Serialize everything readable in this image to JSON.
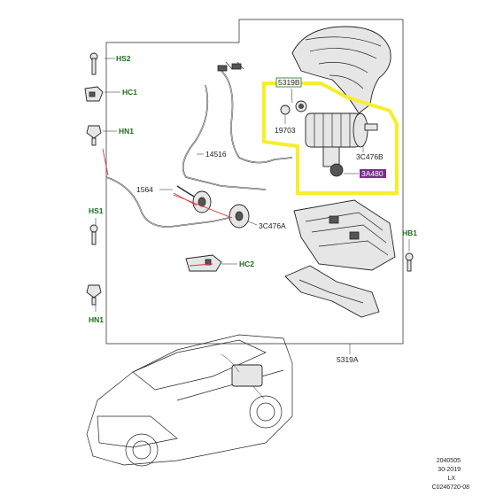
{
  "labels": {
    "hs2": "HS2",
    "hc1": "HC1",
    "hn1_top": "HN1",
    "hs1": "HS1",
    "hn1_bottom": "HN1",
    "hc2": "HC2",
    "hb1": "HB1",
    "p14516": "14516",
    "p1564": "1564",
    "p3c476a": "3C476A",
    "p5319b": "5319B",
    "p19703": "19703",
    "p3c476b": "3C476B",
    "highlight": "3A480",
    "p5319a": "5319A"
  },
  "reference": {
    "line1": "2040505",
    "line2": "30-2019",
    "line3": "LX",
    "line4": "C0246720-08"
  },
  "colors": {
    "highlight_box": "#f7ee2a",
    "leader_red": "#e0343a",
    "label_green": "#1d6b1d",
    "tag_fill": "#7b2d8e"
  }
}
